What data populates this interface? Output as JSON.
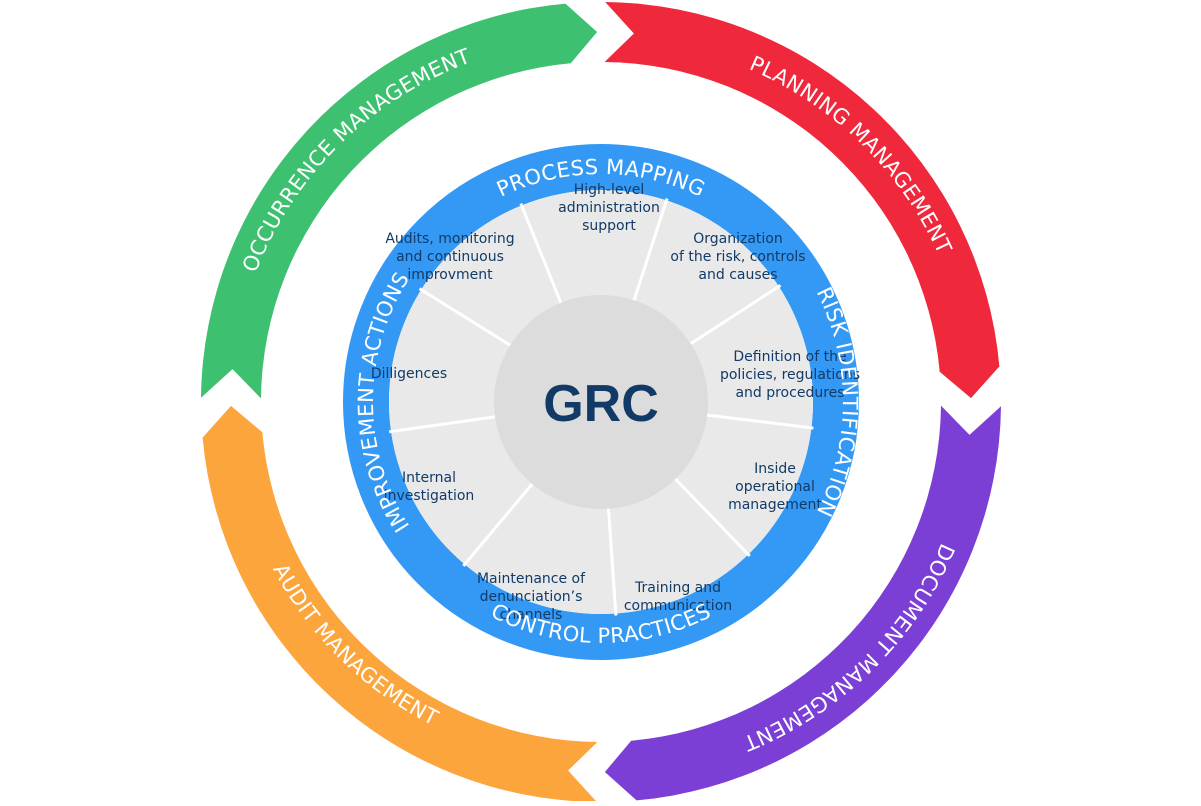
{
  "center_label": "GRC",
  "colors": {
    "green": "#3dc170",
    "red": "#f0283c",
    "purple": "#7b3fd6",
    "orange": "#fca53c",
    "blue": "#3399f5",
    "segment": "#e9e9ea",
    "center": "#dcdcdd",
    "text": "#123a66"
  },
  "outer_ring": {
    "occurrence": "OCCURRENCE MANAGEMENT",
    "planning": "PLANNING MANAGEMENT",
    "document": "DOCUMENT MANAGEMENT",
    "audit": "AUDIT MANAGEMENT"
  },
  "middle_ring": {
    "process": "PROCESS MAPPING",
    "risk": "RISK IDENTIFICATION",
    "control": "CONTROL PRACTICES",
    "improvement": "IMPROVEMENT ACTIONS"
  },
  "segments": [
    {
      "lines": [
        "High-level",
        "administration",
        "support"
      ]
    },
    {
      "lines": [
        "Organization",
        "of the risk, controls",
        "and causes"
      ]
    },
    {
      "lines": [
        "Definition of the",
        "policies, regulations",
        "and procedures"
      ]
    },
    {
      "lines": [
        "Inside",
        "operational",
        "management"
      ]
    },
    {
      "lines": [
        "Training and",
        "communication"
      ]
    },
    {
      "lines": [
        "Maintenance of",
        "denunciation’s",
        "channels"
      ]
    },
    {
      "lines": [
        "Internal",
        "investigation"
      ]
    },
    {
      "lines": [
        "Dilligences"
      ]
    },
    {
      "lines": [
        "Audits, monitoring",
        "and continuous",
        "improvment"
      ]
    }
  ]
}
